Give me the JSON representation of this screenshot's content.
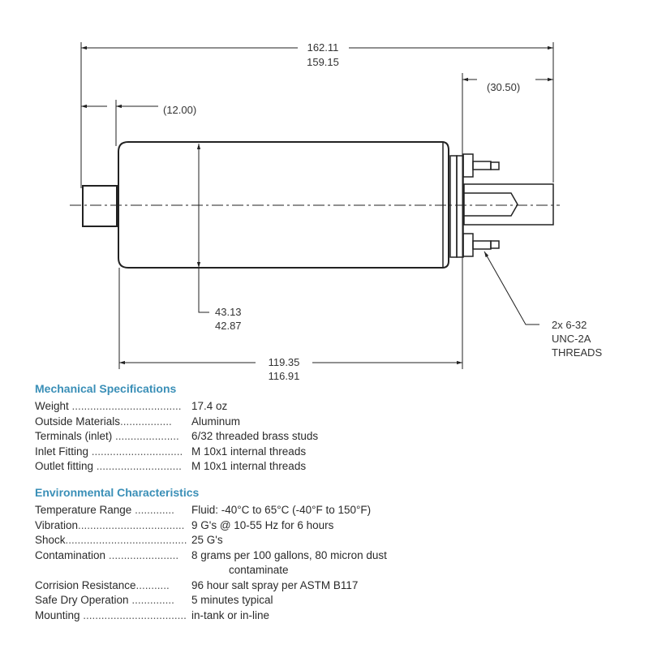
{
  "drawing": {
    "dimensions": {
      "overall_length_max": "162.11",
      "overall_length_min": "159.15",
      "inlet_length": "(12.00)",
      "outlet_length": "(30.50)",
      "diameter_max": "43.13",
      "diameter_min": "42.87",
      "body_length_max": "119.35",
      "body_length_min": "116.91"
    },
    "callout": {
      "line1": "2x 6-32",
      "line2": "UNC-2A",
      "line3": "THREADS"
    }
  },
  "mechanical": {
    "title": "Mechanical Specifications",
    "rows": [
      {
        "label": "Weight",
        "dots": " ....................................",
        "value": "17.4 oz"
      },
      {
        "label": "Outside Materials",
        "dots": ".................",
        "value": "Aluminum"
      },
      {
        "label": "Terminals (inlet)",
        "dots": " .....................",
        "value": "6/32 threaded brass studs"
      },
      {
        "label": "Inlet Fitting",
        "dots": " ..............................",
        "value": "M 10x1 internal threads"
      },
      {
        "label": "Outlet fitting",
        "dots": " ............................",
        "value": "M 10x1 internal threads"
      }
    ]
  },
  "environmental": {
    "title": "Environmental Characteristics",
    "rows": [
      {
        "label": "Temperature Range",
        "dots": " .............",
        "value": "Fluid: -40°C to 65°C (-40°F to 150°F)"
      },
      {
        "label": "Vibration",
        "dots": "...................................",
        "value": "9 G's @ 10-55 Hz for 6 hours"
      },
      {
        "label": "Shock",
        "dots": "........................................",
        "value": "25 G's"
      },
      {
        "label": "Contamination",
        "dots": " .......................",
        "value": "8 grams per 100 gallons, 80 micron dust",
        "value2": "contaminate"
      },
      {
        "label": "Corrision Resistance",
        "dots": "...........",
        "value": "96 hour salt spray per ASTM B117"
      },
      {
        "label": "Safe Dry Operation",
        "dots": " ..............",
        "value": "5 minutes typical"
      },
      {
        "label": "Mounting",
        "dots": " ..................................",
        "value": "in-tank or in-line"
      }
    ]
  },
  "colors": {
    "heading": "#3a8fb7",
    "line": "#222222"
  }
}
